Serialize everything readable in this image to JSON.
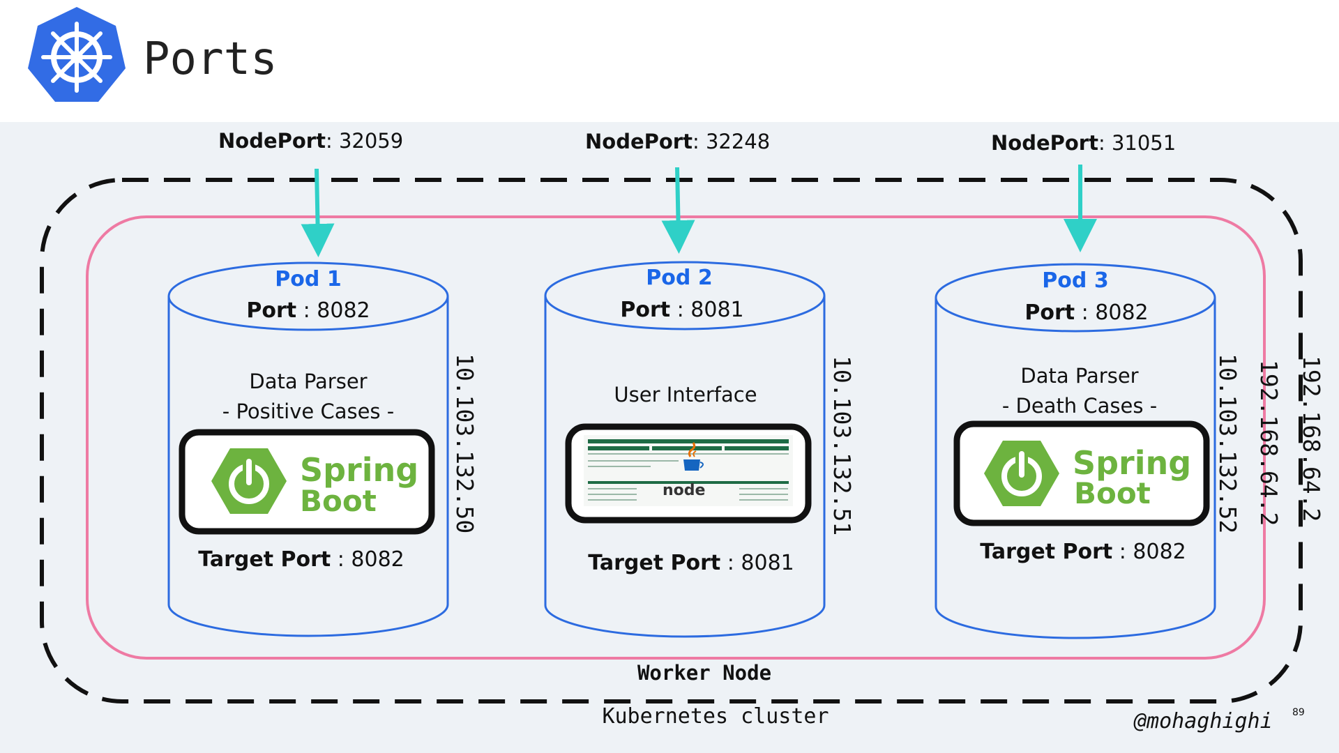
{
  "header": {
    "title": "Ports",
    "logo_icon": "kubernetes-helm-icon",
    "logo_color": "#326CE5"
  },
  "colors": {
    "pod_blue": "#1A66E8",
    "pod_outline": "#2C6BE0",
    "arrow": "#2FD0C7",
    "node_border": "#EE7AA3",
    "panel_bg": "#EEF2F6",
    "spring_green": "#6DB33F"
  },
  "nodeports": [
    {
      "label": "NodePort",
      "value": ": 32059"
    },
    {
      "label": "NodePort",
      "value": ": 32248"
    },
    {
      "label": "NodePort",
      "value": ": 31051"
    }
  ],
  "pods": [
    {
      "name": "Pod 1",
      "port_label": "Port",
      "port_value": " : 8082",
      "desc_line1": "Data Parser",
      "desc_line2": "- Positive Cases -",
      "target_label": "Target Port",
      "target_value": " : 8082",
      "ip": "10.103.132.50",
      "logo_text1": "Spring",
      "logo_text2": "Boot",
      "logo_icon": "spring-boot-power-icon"
    },
    {
      "name": "Pod 2",
      "port_label": "Port",
      "port_value": " : 8081",
      "desc_line1": "User Interface",
      "target_label": "Target Port",
      "target_value": " : 8081",
      "ip": "10.103.132.51",
      "screenshot_icon": "web-dashboard-screenshot-icon",
      "java_icon": "java-cup-icon",
      "node_logo_text": "node"
    },
    {
      "name": "Pod 3",
      "port_label": "Port",
      "port_value": " : 8082",
      "desc_line1": "Data Parser",
      "desc_line2": "- Death Cases -",
      "target_label": "Target Port",
      "target_value": " : 8082",
      "ip": "10.103.132.52",
      "logo_text1": "Spring",
      "logo_text2": "Boot",
      "logo_icon": "spring-boot-power-icon"
    }
  ],
  "node_ips": [
    "192.168.64.2",
    "192.168.64.2"
  ],
  "worker_node_label": "Worker Node",
  "cluster_label": "Kubernetes cluster",
  "author": "@mohaghighi",
  "page_number": "89"
}
